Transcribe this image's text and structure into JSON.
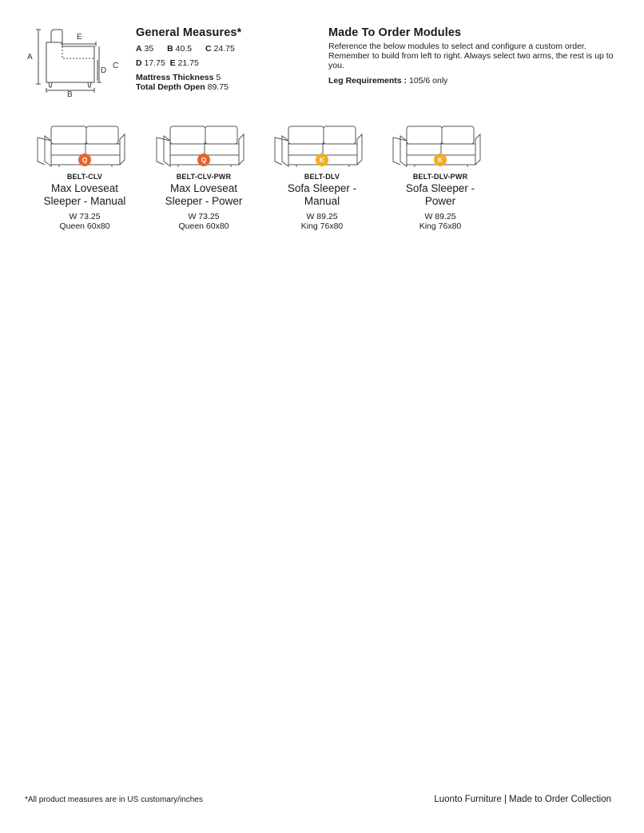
{
  "diagram": {
    "labels": {
      "a": "A",
      "b": "B",
      "c": "C",
      "d": "D",
      "e": "E"
    }
  },
  "general_measures": {
    "title": "General Measures*",
    "a_label": "A",
    "a_value": "35",
    "b_label": "B",
    "b_value": "40.5",
    "c_label": "C",
    "c_value": "24.75",
    "d_label": "D",
    "d_value": "17.75",
    "e_label": "E",
    "e_value": "21.75",
    "mattress_label": "Mattress Thickness",
    "mattress_value": "5",
    "depth_label": "Total Depth Open",
    "depth_value": "89.75"
  },
  "made_to_order": {
    "title": "Made To Order Modules",
    "description": "Reference the below modules to select and configure a custom order. Remember to build from left to right. Always select two arms, the rest is up to you.",
    "leg_label": "Leg Requirements :",
    "leg_value": "105/6 only"
  },
  "modules": [
    {
      "code": "BELT-CLV",
      "name_line1": "Max Loveseat",
      "name_line2": "Sleeper - Manual",
      "width": "W 73.25",
      "mattress": "Queen 60x80",
      "badge": "Q",
      "badge_color": "#e8632a"
    },
    {
      "code": "BELT-CLV-PWR",
      "name_line1": "Max Loveseat",
      "name_line2": "Sleeper - Power",
      "width": "W 73.25",
      "mattress": "Queen 60x80",
      "badge": "Q",
      "badge_color": "#e8632a"
    },
    {
      "code": "BELT-DLV",
      "name_line1": "Sofa Sleeper -",
      "name_line2": "Manual",
      "width": "W 89.25",
      "mattress": "King 76x80",
      "badge": "K",
      "badge_color": "#f2ac1e"
    },
    {
      "code": "BELT-DLV-PWR",
      "name_line1": "Sofa Sleeper -",
      "name_line2": "Power",
      "width": "W 89.25",
      "mattress": "King 76x80",
      "badge": "K",
      "badge_color": "#f2ac1e"
    }
  ],
  "footer": {
    "footnote": "*All product measures are in US customary/inches",
    "brand": "Luonto Furniture | Made to Order Collection"
  }
}
